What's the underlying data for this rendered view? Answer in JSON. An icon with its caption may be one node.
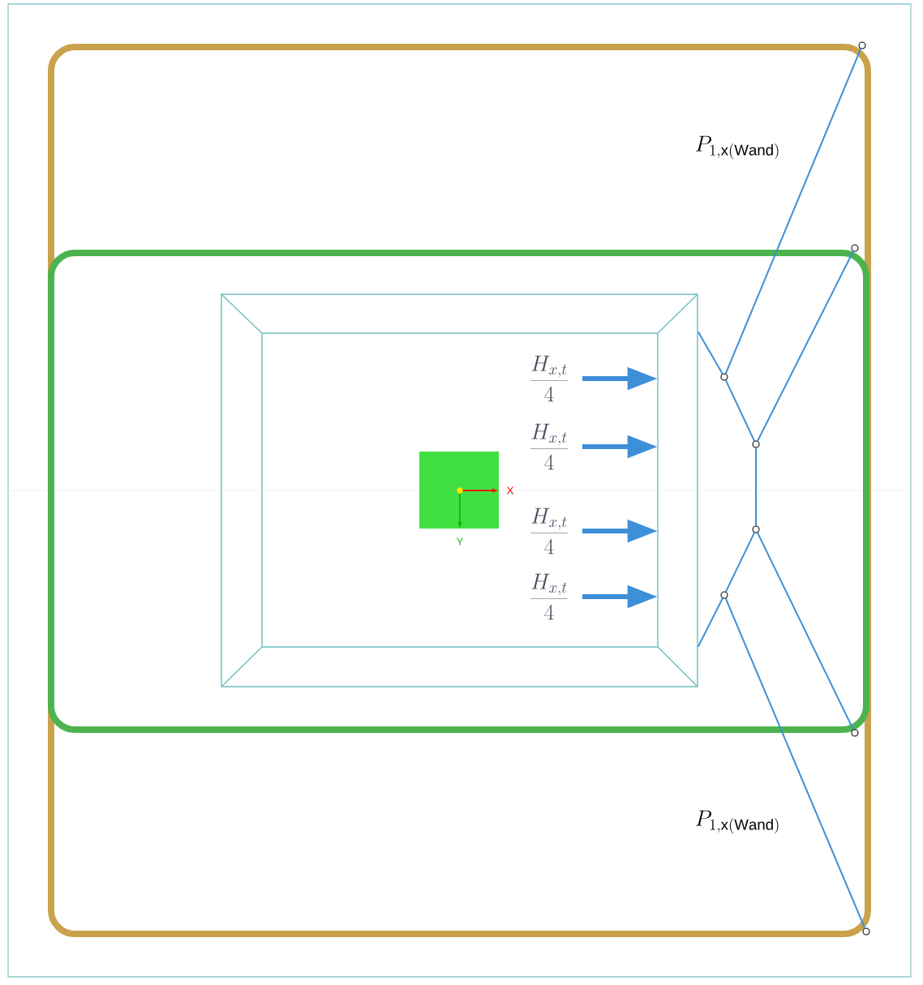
{
  "diagram": {
    "nodes": [
      {
        "text": [],
        "shape": "box"
      },
      {
        "text": [],
        "shape": "box",
        "in": 0
      },
      {
        "text": [],
        "shape": "box",
        "in": 1
      },
      {
        "text": [],
        "shape": "box",
        "in": 2
      },
      {
        "text": [],
        "shape": "box",
        "in": 3,
        "beside": [
          "X",
          "Y"
        ]
      },
      {
        "text": [],
        "shape": "circle"
      },
      {
        "text": [],
        "shape": "circle",
        "in": 0
      },
      {
        "text": [],
        "shape": "circle",
        "in": 1
      },
      {
        "text": [],
        "shape": "circle",
        "in": 1
      },
      {
        "text": [],
        "shape": "circle",
        "in": 1
      },
      {
        "text": [],
        "shape": "circle",
        "in": 1
      },
      {
        "text": [],
        "shape": "circle",
        "in": 0
      },
      {
        "text": [],
        "shape": "circle"
      }
    ],
    "edges": [
      {
        "from": 5,
        "to": 7,
        "arrow": "none"
      },
      {
        "from": 6,
        "to": 8,
        "arrow": "none"
      },
      {
        "from": 2,
        "to": 7,
        "arrow": "none"
      },
      {
        "from": 7,
        "to": 8,
        "arrow": "none"
      },
      {
        "from": 8,
        "to": 9,
        "arrow": "none"
      },
      {
        "from": 9,
        "to": 11,
        "arrow": "none"
      },
      {
        "from": 9,
        "to": 10,
        "arrow": "none"
      },
      {
        "from": 2,
        "to": 10,
        "arrow": "none"
      },
      {
        "from": 10,
        "to": 12,
        "arrow": "none"
      }
    ],
    "labels": [
      "P_{1,\\mathrm{x(Wand)}}",
      "\\frac{H_{x,t}}{4}",
      "\\frac{H_{x,t}}{4}",
      "\\frac{H_{x,t}}{4}",
      "\\frac{H_{x,t}}{4}",
      "P_{1,\\mathrm{x(Wand)}}"
    ]
  }
}
